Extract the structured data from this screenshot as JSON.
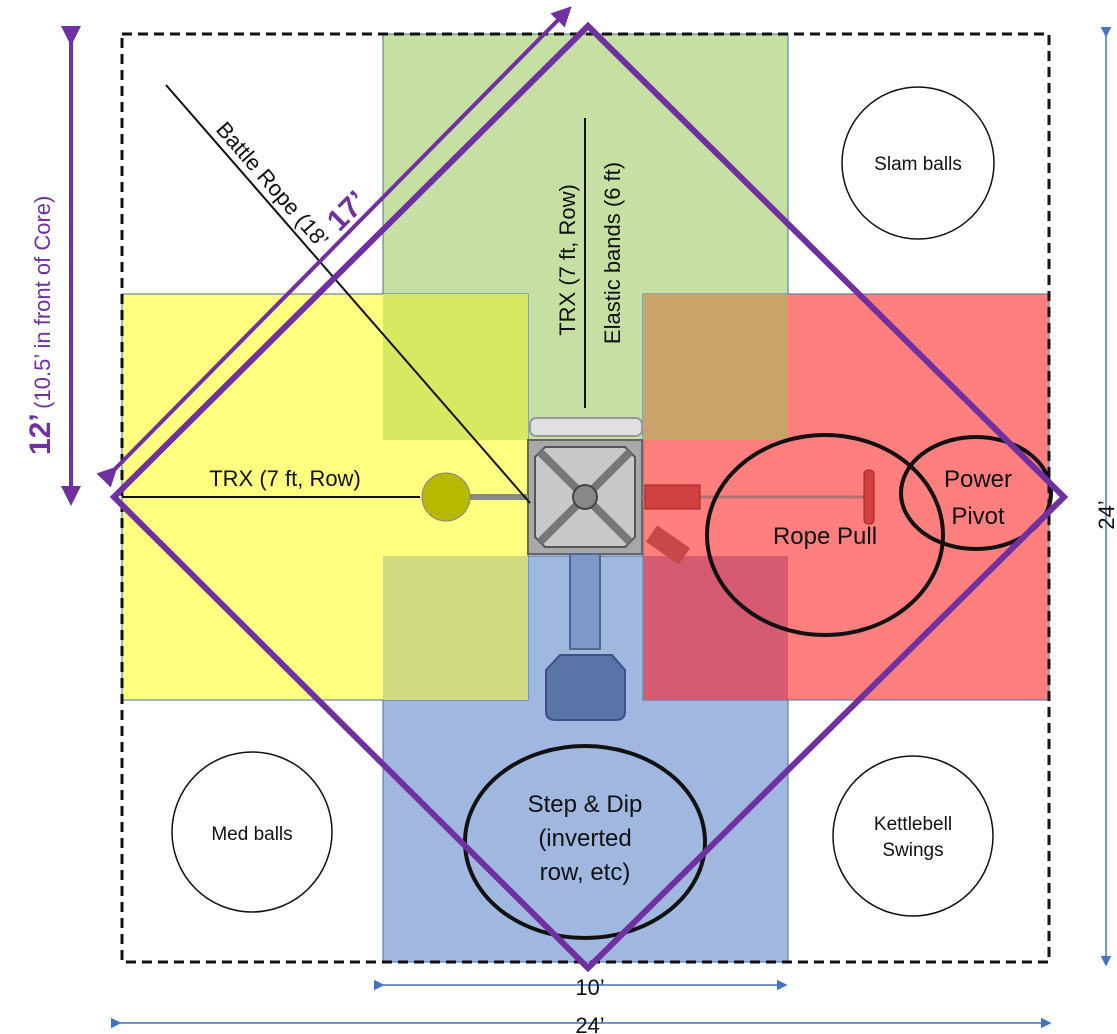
{
  "zones": {
    "slam_balls": "Slam balls",
    "med_balls": "Med balls",
    "kettlebell": [
      "Kettlebell",
      "Swings"
    ],
    "rope_pull": "Rope Pull",
    "power_pivot": [
      "Power",
      "Pivot"
    ],
    "step_dip": [
      "Step & Dip",
      "(inverted",
      "row, etc)"
    ]
  },
  "stations": {
    "trx_left": "TRX (7 ft, Row)",
    "trx_top": "TRX (7 ft, Row)",
    "elastic_bands": "Elastic bands (6 ft)",
    "battle_rope": "Battle Rope (18’"
  },
  "dimensions": {
    "diagonal": "17’",
    "left_big": "12’",
    "left_note": " (10.5’ in front of Core)",
    "inner_width": "10’",
    "outer_width": "24’",
    "outer_height": "24’"
  },
  "colors": {
    "green": "#c6e0a4",
    "yellow": "#ffff80",
    "red": "#ff7f7f",
    "blue": "#a0b8e0",
    "purple": "#7030a0",
    "arrow_blue": "#4472c4"
  }
}
